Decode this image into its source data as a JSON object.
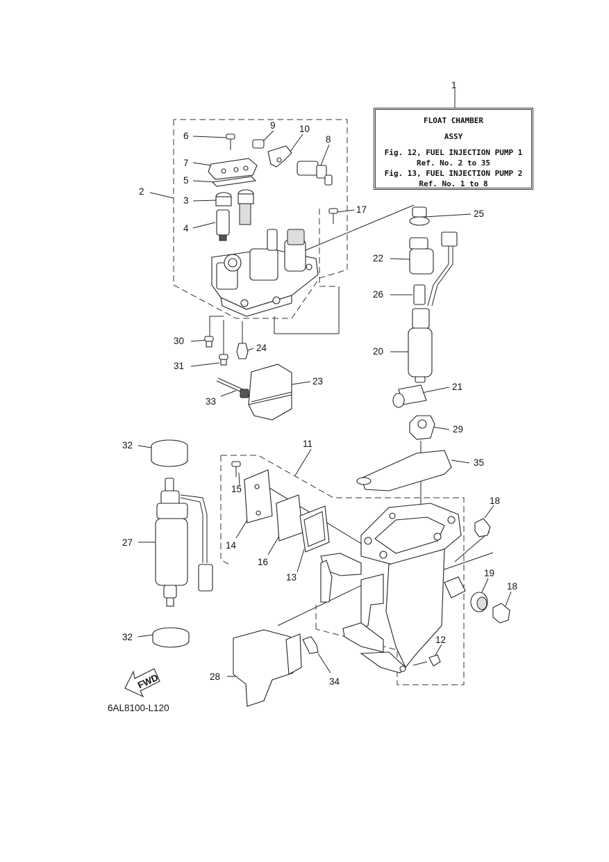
{
  "info_box": {
    "line1": "FLOAT CHAMBER",
    "line2": "ASSY",
    "line3": "Fig. 12, FUEL INJECTION PUMP 1",
    "line4": "Ref. No. 2 to 35",
    "line5": "Fig. 13, FUEL INJECTION PUMP 2",
    "line6": "Ref. No. 1 to 8"
  },
  "callouts": [
    "1",
    "2",
    "3",
    "4",
    "5",
    "6",
    "7",
    "8",
    "9",
    "10",
    "11",
    "12",
    "13",
    "14",
    "15",
    "16",
    "17",
    "18",
    "18",
    "19",
    "20",
    "21",
    "22",
    "23",
    "24",
    "25",
    "26",
    "27",
    "28",
    "29",
    "30",
    "31",
    "32",
    "32",
    "33",
    "34",
    "35"
  ],
  "fwd_label": "FWD",
  "diagram_code": "6AL8100-L120"
}
